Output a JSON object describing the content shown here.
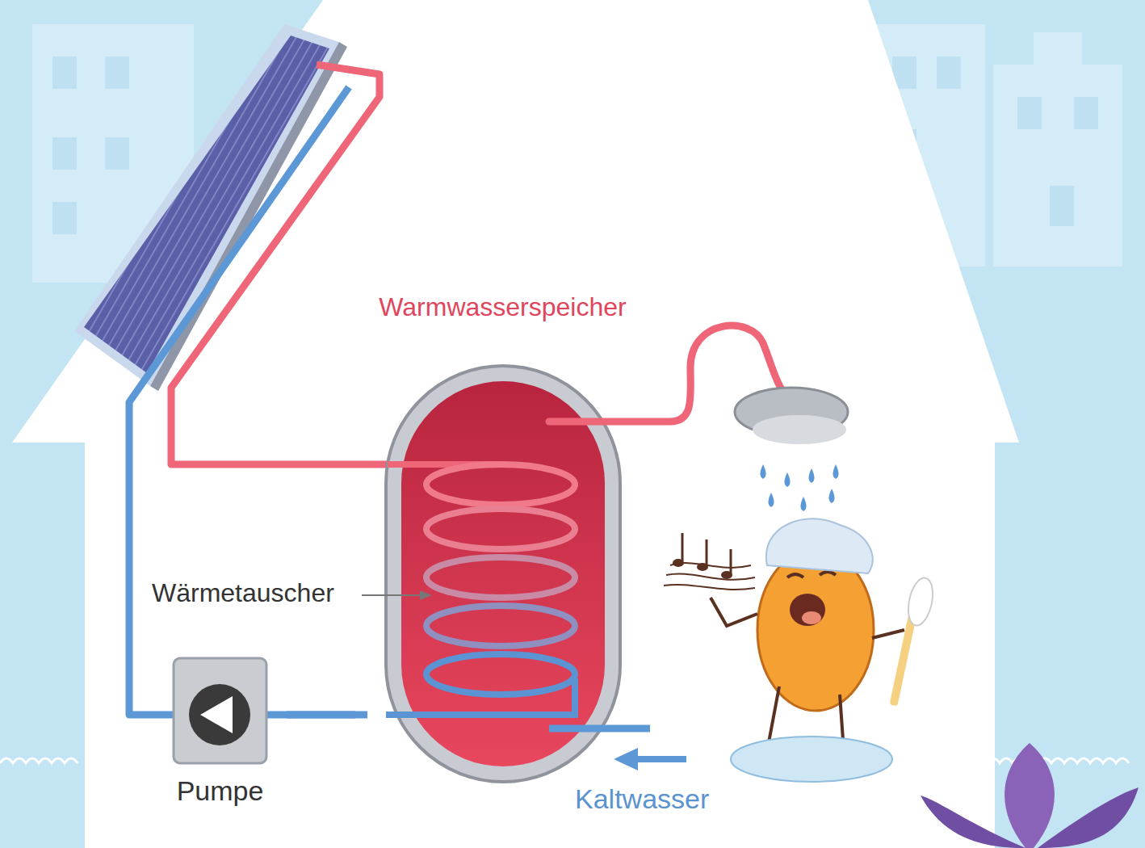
{
  "diagram": {
    "nodes": [
      {
        "text": [
          "Warmwasserspeicher"
        ]
      },
      {
        "text": [
          "Pumpe"
        ]
      }
    ],
    "edges": [
      {
        "from": 0,
        "to": 1,
        "arrow": "none"
      }
    ],
    "labels": [
      "Wärmetauscher",
      "Kaltwasser"
    ]
  }
}
